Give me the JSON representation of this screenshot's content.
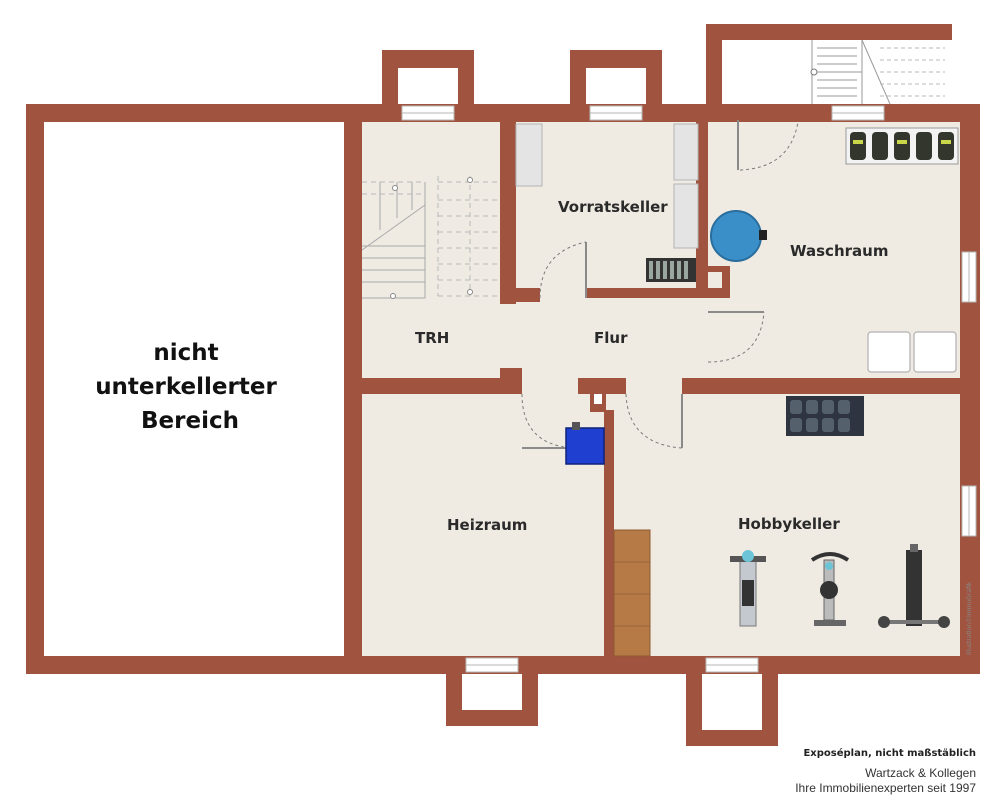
{
  "plan": {
    "unexcavated_area": "nicht\nunterkellerter\nBereich",
    "rooms": {
      "trh": "TRH",
      "flur": "Flur",
      "vorratskeller": "Vorratskeller",
      "waschraum": "Waschraum",
      "heizraum": "Heizraum",
      "hobbykeller": "Hobbykeller"
    },
    "colors": {
      "wall": "#a0533f",
      "floor": "#efebe3",
      "heater": "#1f3fd0",
      "boiler": "#3a8fc8",
      "wood": "#b57a45"
    }
  },
  "footer": {
    "note": "Exposéplan, nicht maßstäblich",
    "company": "Wartzack & Kollegen",
    "tagline": "Ihre Immobilienexperten seit 1997",
    "credit": "Illustration©ImmoGrafik"
  }
}
